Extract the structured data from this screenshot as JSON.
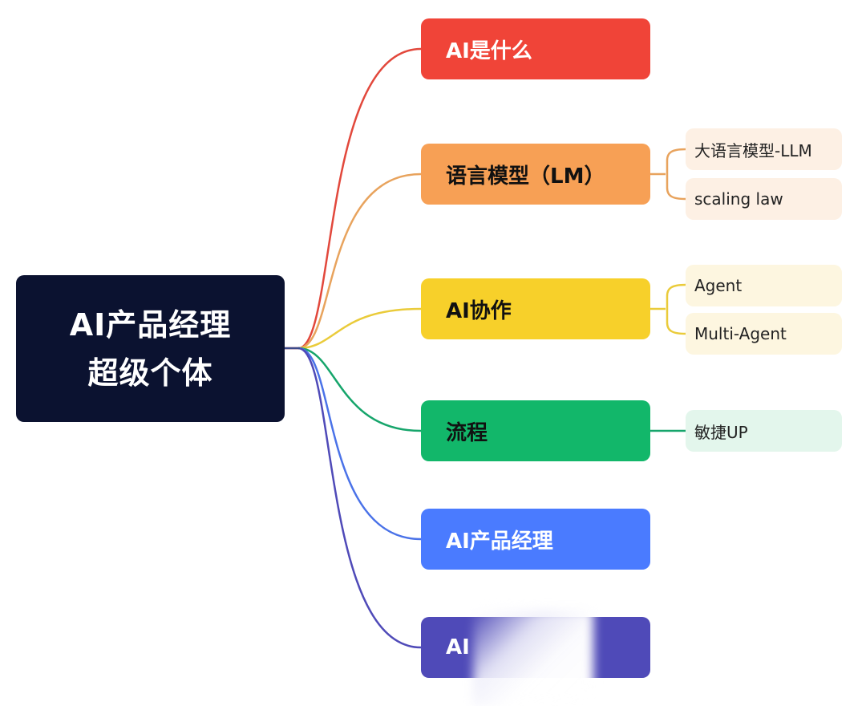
{
  "root": {
    "line1": "AI产品经理",
    "line2": "超级个体",
    "color": "#0b1230"
  },
  "branches": [
    {
      "label": "AI是什么",
      "color": "#f04438"
    },
    {
      "label": "语言模型（LM）",
      "color": "#f7a055"
    },
    {
      "label": "AI协作",
      "color": "#f7d02a"
    },
    {
      "label": "流程",
      "color": "#12b76a"
    },
    {
      "label": "AI产品经理",
      "color": "#4a7bff"
    },
    {
      "label": "AI",
      "color": "#4f4ab8"
    }
  ],
  "leaves": {
    "lm": [
      {
        "label": "大语言模型-LLM"
      },
      {
        "label": "scaling law"
      }
    ],
    "collab": [
      {
        "label": "Agent"
      },
      {
        "label": "Multi-Agent"
      }
    ],
    "flow": [
      {
        "label": "敏捷UP"
      }
    ]
  },
  "colors": {
    "orange_leaf_bg": "#fdf0e4",
    "yellow_leaf_bg": "#fdf6e0",
    "green_leaf_bg": "#e3f6ec"
  }
}
